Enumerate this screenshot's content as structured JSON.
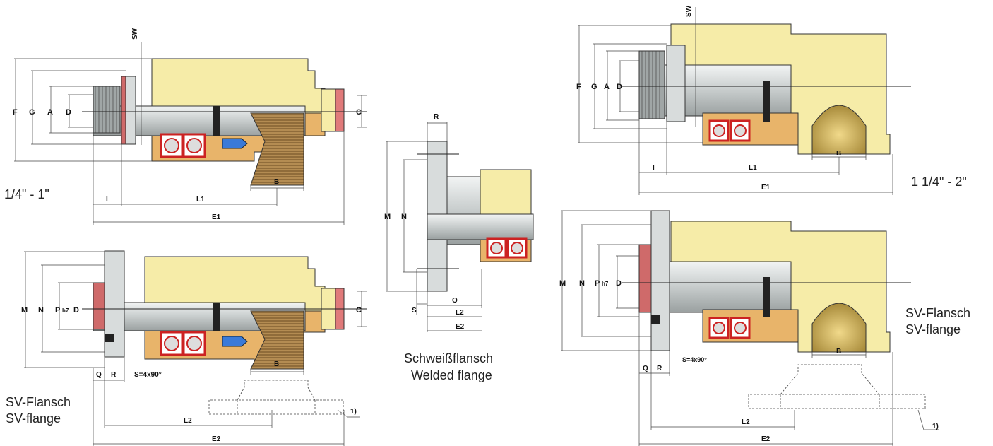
{
  "captions": {
    "size_small": "1/4\" - 1\"",
    "size_large": "1 1/4\" - 2\"",
    "svflange_left_de": "SV-Flansch",
    "svflange_left_en": "SV-flange",
    "svflange_right_de": "SV-Flansch",
    "svflange_right_en": "SV-flange",
    "welded_de": "Schweißflansch",
    "welded_en": "Welded flange"
  },
  "dims": {
    "sw": "SW",
    "f": "F",
    "g": "G",
    "a": "A",
    "d": "D",
    "c": "C",
    "b": "B",
    "i": "I",
    "l1": "L1",
    "e1": "E1",
    "m": "M",
    "n": "N",
    "p": "P",
    "h7": "h7",
    "q": "Q",
    "r": "R",
    "s": "S",
    "s_spec": "S=4x90°",
    "l2": "L2",
    "e2": "E2",
    "o": "O",
    "note": "1)"
  },
  "colors": {
    "housing": "#f6eca8",
    "shaft": "#d8dcdc",
    "bearing_ring": "#d62b2b",
    "cover": "#e8b46a"
  }
}
